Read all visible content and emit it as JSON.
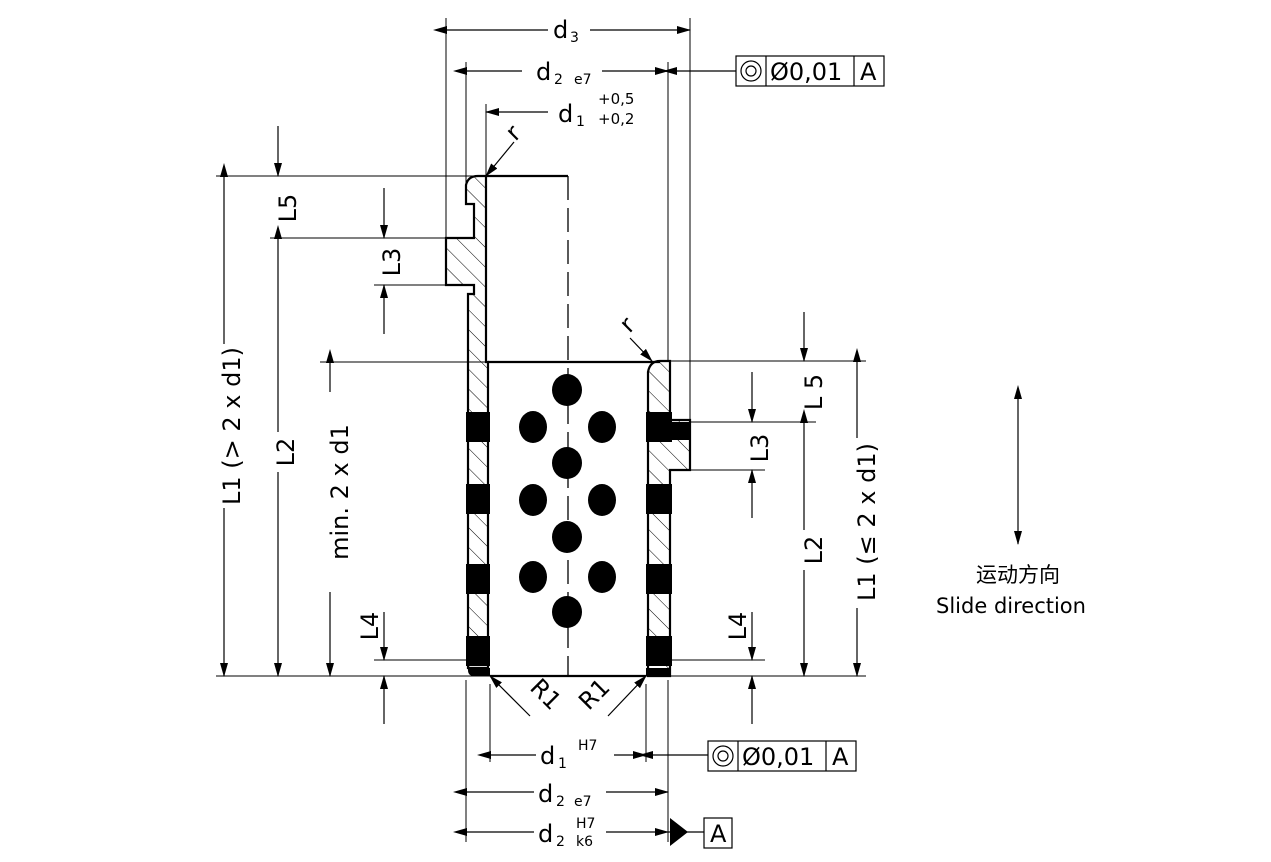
{
  "labels": {
    "d3_main": "d",
    "d3_sub": "3",
    "d2_top_main": "d",
    "d2_top_sub": "2",
    "d2_top_fit": "e7",
    "d1_top_main": "d",
    "d1_top_sub": "1",
    "d1_tol_upper": "+0,5",
    "d1_tol_lower": "+0,2",
    "r_top": "r",
    "r_mid": "r",
    "L5_left": "L5",
    "L3_left": "L3",
    "L1_left": "L1 (> 2 x d1)",
    "L2_left": "L2",
    "min_left": "min. 2 x d1",
    "L4_left": "L4",
    "L5_right": "L 5",
    "L3_right": "L3",
    "L2_right": "L2",
    "L1_right": "L1 (≤ 2 x d1)",
    "L4_right": "L4",
    "R1_left": "R1",
    "R1_right": "R1",
    "d1_bot_main": "d",
    "d1_bot_sub": "1",
    "d1_bot_fit": "H7",
    "d2_bot_main": "d",
    "d2_bot_sub": "2",
    "d2_bot_fit": "e7",
    "d2_last_main": "d",
    "d2_last_sub": "2",
    "d2_last_fit_upper": "H7",
    "d2_last_fit_lower": "k6"
  },
  "tolerance_frames": [
    {
      "symbol": "concentricity-icon",
      "value": "Ø0,01",
      "datum": "A"
    },
    {
      "symbol": "concentricity-icon",
      "value": "Ø0,01",
      "datum": "A"
    }
  ],
  "datum": {
    "label": "A"
  },
  "note": {
    "chinese": "运动方向",
    "english": "Slide direction"
  }
}
